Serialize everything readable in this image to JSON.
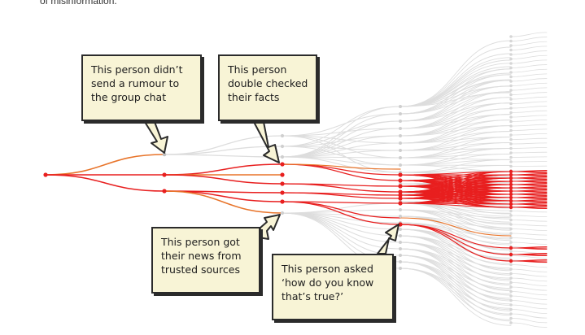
{
  "top_caption": "of misinformation.",
  "callouts": [
    {
      "id": "rumour",
      "lines": [
        "This person didn’t",
        "send a rumour to",
        "the group chat"
      ]
    },
    {
      "id": "double-check",
      "lines": [
        "This person",
        "double checked",
        "their facts"
      ]
    },
    {
      "id": "trusted-sources",
      "lines": [
        "This person got",
        "their news from",
        "trusted sources"
      ]
    },
    {
      "id": "asked",
      "lines": [
        "This person asked",
        "‘how do you know",
        "that’s true?’"
      ]
    }
  ],
  "colors": {
    "spread": "#e81f1f",
    "stopped": "#e8742a",
    "inactive": "#dddddd",
    "callout_fill": "#f8f4d6",
    "outline": "#2b2b2b"
  }
}
